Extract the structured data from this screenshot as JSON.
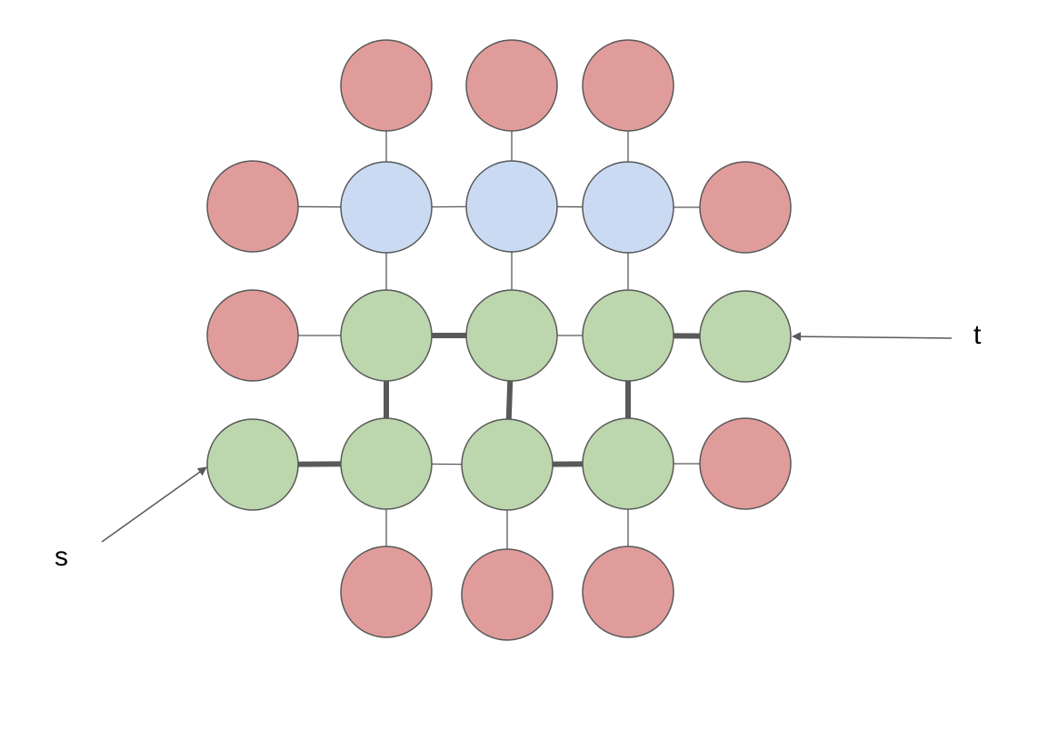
{
  "colors": {
    "red": "#e09c9b",
    "blue": "#cadaf3",
    "green": "#bcd6ad",
    "node_stroke": "#595959",
    "thin_edge": "#595959",
    "path_edge": "#595959",
    "arrow": "#595959"
  },
  "labels": {
    "s": "s",
    "t": "t"
  },
  "nodes": [
    {
      "id": "r0c1",
      "color": "red"
    },
    {
      "id": "r0c2",
      "color": "red"
    },
    {
      "id": "r0c3",
      "color": "red"
    },
    {
      "id": "r1c0",
      "color": "red"
    },
    {
      "id": "r1c1",
      "color": "blue"
    },
    {
      "id": "r1c2",
      "color": "blue"
    },
    {
      "id": "r1c3",
      "color": "blue"
    },
    {
      "id": "r1c4",
      "color": "red"
    },
    {
      "id": "r2c0",
      "color": "red"
    },
    {
      "id": "r2c1",
      "color": "green"
    },
    {
      "id": "r2c2",
      "color": "green"
    },
    {
      "id": "r2c3",
      "color": "green"
    },
    {
      "id": "r2c4",
      "color": "green"
    },
    {
      "id": "r3c0",
      "color": "green"
    },
    {
      "id": "r3c1",
      "color": "green"
    },
    {
      "id": "r3c2",
      "color": "green"
    },
    {
      "id": "r3c3",
      "color": "green"
    },
    {
      "id": "r3c4",
      "color": "red"
    },
    {
      "id": "r4c1",
      "color": "red"
    },
    {
      "id": "r4c2",
      "color": "red"
    },
    {
      "id": "r4c3",
      "color": "red"
    }
  ],
  "edges": [
    {
      "from": "r0c1",
      "to": "r1c1",
      "path": false
    },
    {
      "from": "r0c2",
      "to": "r1c2",
      "path": false
    },
    {
      "from": "r0c3",
      "to": "r1c3",
      "path": false
    },
    {
      "from": "r1c0",
      "to": "r1c1",
      "path": false
    },
    {
      "from": "r1c1",
      "to": "r1c2",
      "path": false
    },
    {
      "from": "r1c2",
      "to": "r1c3",
      "path": false
    },
    {
      "from": "r1c3",
      "to": "r1c4",
      "path": false
    },
    {
      "from": "r1c1",
      "to": "r2c1",
      "path": false
    },
    {
      "from": "r1c2",
      "to": "r2c2",
      "path": false
    },
    {
      "from": "r1c3",
      "to": "r2c3",
      "path": false
    },
    {
      "from": "r2c0",
      "to": "r2c1",
      "path": false
    },
    {
      "from": "r2c1",
      "to": "r2c2",
      "path": true
    },
    {
      "from": "r2c2",
      "to": "r2c3",
      "path": false
    },
    {
      "from": "r2c3",
      "to": "r2c4",
      "path": true
    },
    {
      "from": "r2c1",
      "to": "r3c1",
      "path": true
    },
    {
      "from": "r2c2",
      "to": "r3c2",
      "path": true
    },
    {
      "from": "r2c3",
      "to": "r3c3",
      "path": true
    },
    {
      "from": "r3c0",
      "to": "r3c1",
      "path": true
    },
    {
      "from": "r3c1",
      "to": "r3c2",
      "path": false
    },
    {
      "from": "r3c2",
      "to": "r3c3",
      "path": true
    },
    {
      "from": "r3c3",
      "to": "r3c4",
      "path": false
    },
    {
      "from": "r3c1",
      "to": "r4c1",
      "path": false
    },
    {
      "from": "r3c2",
      "to": "r4c2",
      "path": false
    },
    {
      "from": "r3c3",
      "to": "r4c3",
      "path": false
    }
  ],
  "arrows": [
    {
      "label_ref": "s",
      "target": "r3c0"
    },
    {
      "label_ref": "t",
      "target": "r2c4"
    }
  ]
}
